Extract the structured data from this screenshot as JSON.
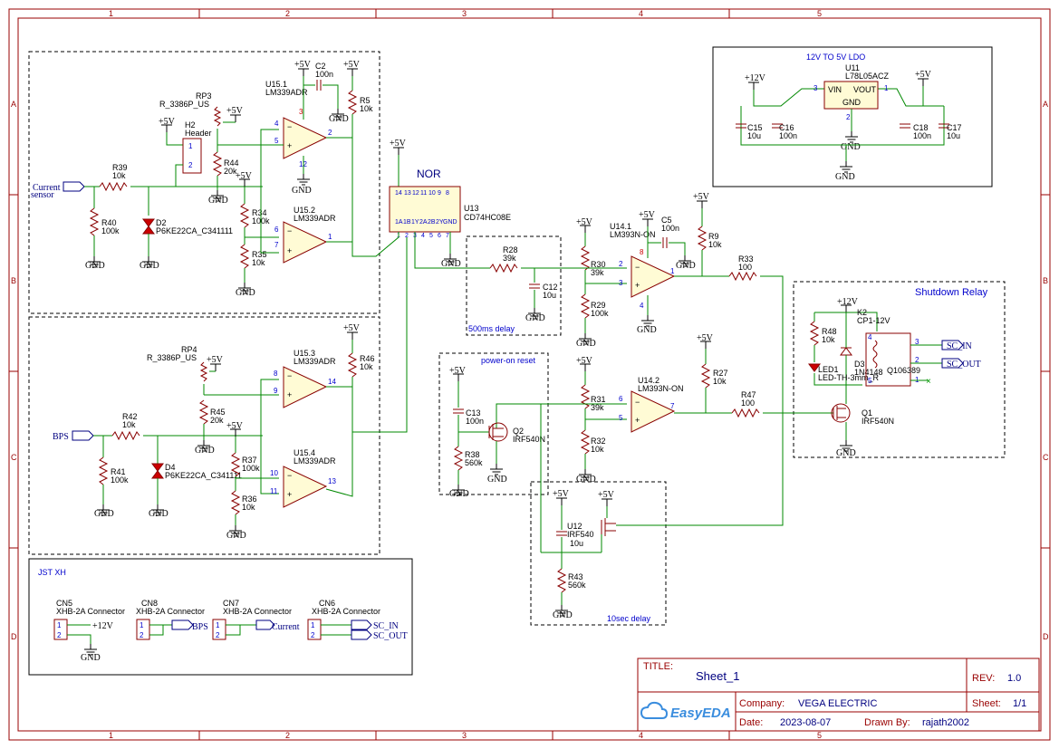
{
  "frame": {
    "columns": [
      "1",
      "2",
      "3",
      "4",
      "5"
    ],
    "rows": [
      "A",
      "B",
      "C",
      "D"
    ]
  },
  "blocks": {
    "ldo_title": "12V TO 5V LDO",
    "nor_title": "NOR",
    "delay500": "500ms delay",
    "poweron": "power-on reset",
    "delay10": "10sec delay",
    "relay_title": "Shutdown Relay",
    "jst_title": "JST XH"
  },
  "nets": {
    "vcc5": "+5V",
    "vcc12": "+12V",
    "gnd": "GND",
    "current_sensor": [
      "Current",
      "sensor"
    ],
    "bps": "BPS",
    "sc_in": "SC_IN",
    "sc_out": "SC_OUT",
    "current": "Current"
  },
  "parts": {
    "u11": [
      "U11",
      "L78L05ACZ",
      "VIN",
      "VOUT",
      "GND"
    ],
    "c15": [
      "C15",
      "10u"
    ],
    "c16": [
      "C16",
      "100n"
    ],
    "c18": [
      "C18",
      "100n"
    ],
    "c17": [
      "C17",
      "10u"
    ],
    "rp3": [
      "RP3",
      "R_3386P_US"
    ],
    "rp4": [
      "RP4",
      "R_3386P_US"
    ],
    "h2": [
      "H2",
      "Header"
    ],
    "c2": [
      "C2",
      "100n"
    ],
    "r5": [
      "R5",
      "10k"
    ],
    "u151": [
      "U15.1",
      "LM339ADR"
    ],
    "u152": [
      "U15.2",
      "LM339ADR"
    ],
    "u153": [
      "U15.3",
      "LM339ADR"
    ],
    "u154": [
      "U15.4",
      "LM339ADR"
    ],
    "r39": [
      "R39",
      "10k"
    ],
    "r40": [
      "R40",
      "100k"
    ],
    "d2": [
      "D2",
      "P6KE22CA_C341111"
    ],
    "r44": [
      "R44",
      "20k"
    ],
    "r34": [
      "R34",
      "100k"
    ],
    "r35": [
      "R35",
      "10k"
    ],
    "u13": [
      "U13",
      "CD74HC08E"
    ],
    "r28": [
      "R28",
      "39k"
    ],
    "c12": [
      "C12",
      "10u"
    ],
    "r30": [
      "R30",
      "39k"
    ],
    "r29": [
      "R29",
      "100k"
    ],
    "u141": [
      "U14.1",
      "LM393N-ON"
    ],
    "c5": [
      "C5",
      "100n"
    ],
    "r9": [
      "R9",
      "10k"
    ],
    "r33": [
      "R33",
      "100"
    ],
    "r46": [
      "R46",
      "10k"
    ],
    "r42": [
      "R42",
      "10k"
    ],
    "r41": [
      "R41",
      "100k"
    ],
    "d4": [
      "D4",
      "P6KE22CA_C341111"
    ],
    "r45": [
      "R45",
      "20k"
    ],
    "r37": [
      "R37",
      "100k"
    ],
    "r36": [
      "R36",
      "10k"
    ],
    "c13": [
      "C13",
      "100n"
    ],
    "q2": [
      "Q2",
      "IRF540N"
    ],
    "r38": [
      "R38",
      "560k"
    ],
    "r31": [
      "R31",
      "39k"
    ],
    "r32": [
      "R32",
      "10k"
    ],
    "u142": [
      "U14.2",
      "LM393N-ON"
    ],
    "r27": [
      "R27",
      "10k"
    ],
    "r47": [
      "R47",
      "100"
    ],
    "u12": [
      "U12",
      "IRF540",
      "10u"
    ],
    "r43": [
      "R43",
      "560k"
    ],
    "r48": [
      "R48",
      "10k"
    ],
    "led": [
      "LED1",
      "LED-TH-3mm_R"
    ],
    "d3": [
      "D3",
      "1N4148"
    ],
    "k2": [
      "K2",
      "CP1-12V"
    ],
    "q1": [
      "Q1",
      "IRF540N"
    ],
    "q_hidden": "Q106389",
    "cn5": [
      "CN5",
      "XHB-2A Connector"
    ],
    "cn8": [
      "CN8",
      "XHB-2A Connector"
    ],
    "cn7": [
      "CN7",
      "XHB-2A Connector"
    ],
    "cn6": [
      "CN6",
      "XHB-2A Connector"
    ]
  },
  "title_block": {
    "title_label": "TITLE:",
    "title_value": "Sheet_1",
    "rev_label": "REV:",
    "rev_value": "1.0",
    "company_label": "Company:",
    "company_value": "VEGA ELECTRIC",
    "sheet_label": "Sheet:",
    "sheet_value": "1/1",
    "date_label": "Date:",
    "date_value": "2023-08-07",
    "drawn_label": "Drawn By:",
    "drawn_value": "rajath2002",
    "logo": "EasyEDA"
  }
}
